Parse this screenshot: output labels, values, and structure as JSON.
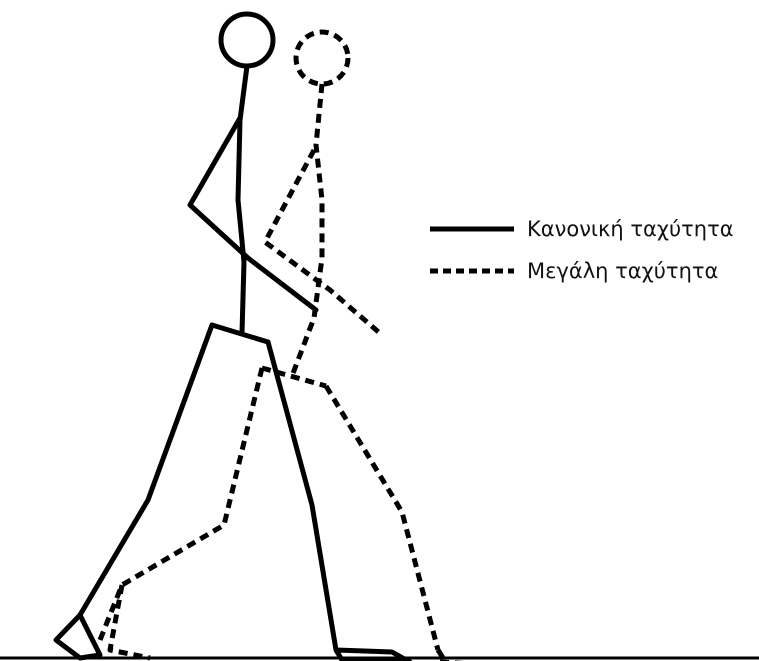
{
  "legend": {
    "items": [
      {
        "label": "Κανονική ταχύτητα",
        "line_style": "solid"
      },
      {
        "label": "Μεγάλη ταχύτητα",
        "line_style": "dashed"
      }
    ]
  },
  "colors": {
    "stroke": "#000000",
    "background": "#ffffff"
  }
}
